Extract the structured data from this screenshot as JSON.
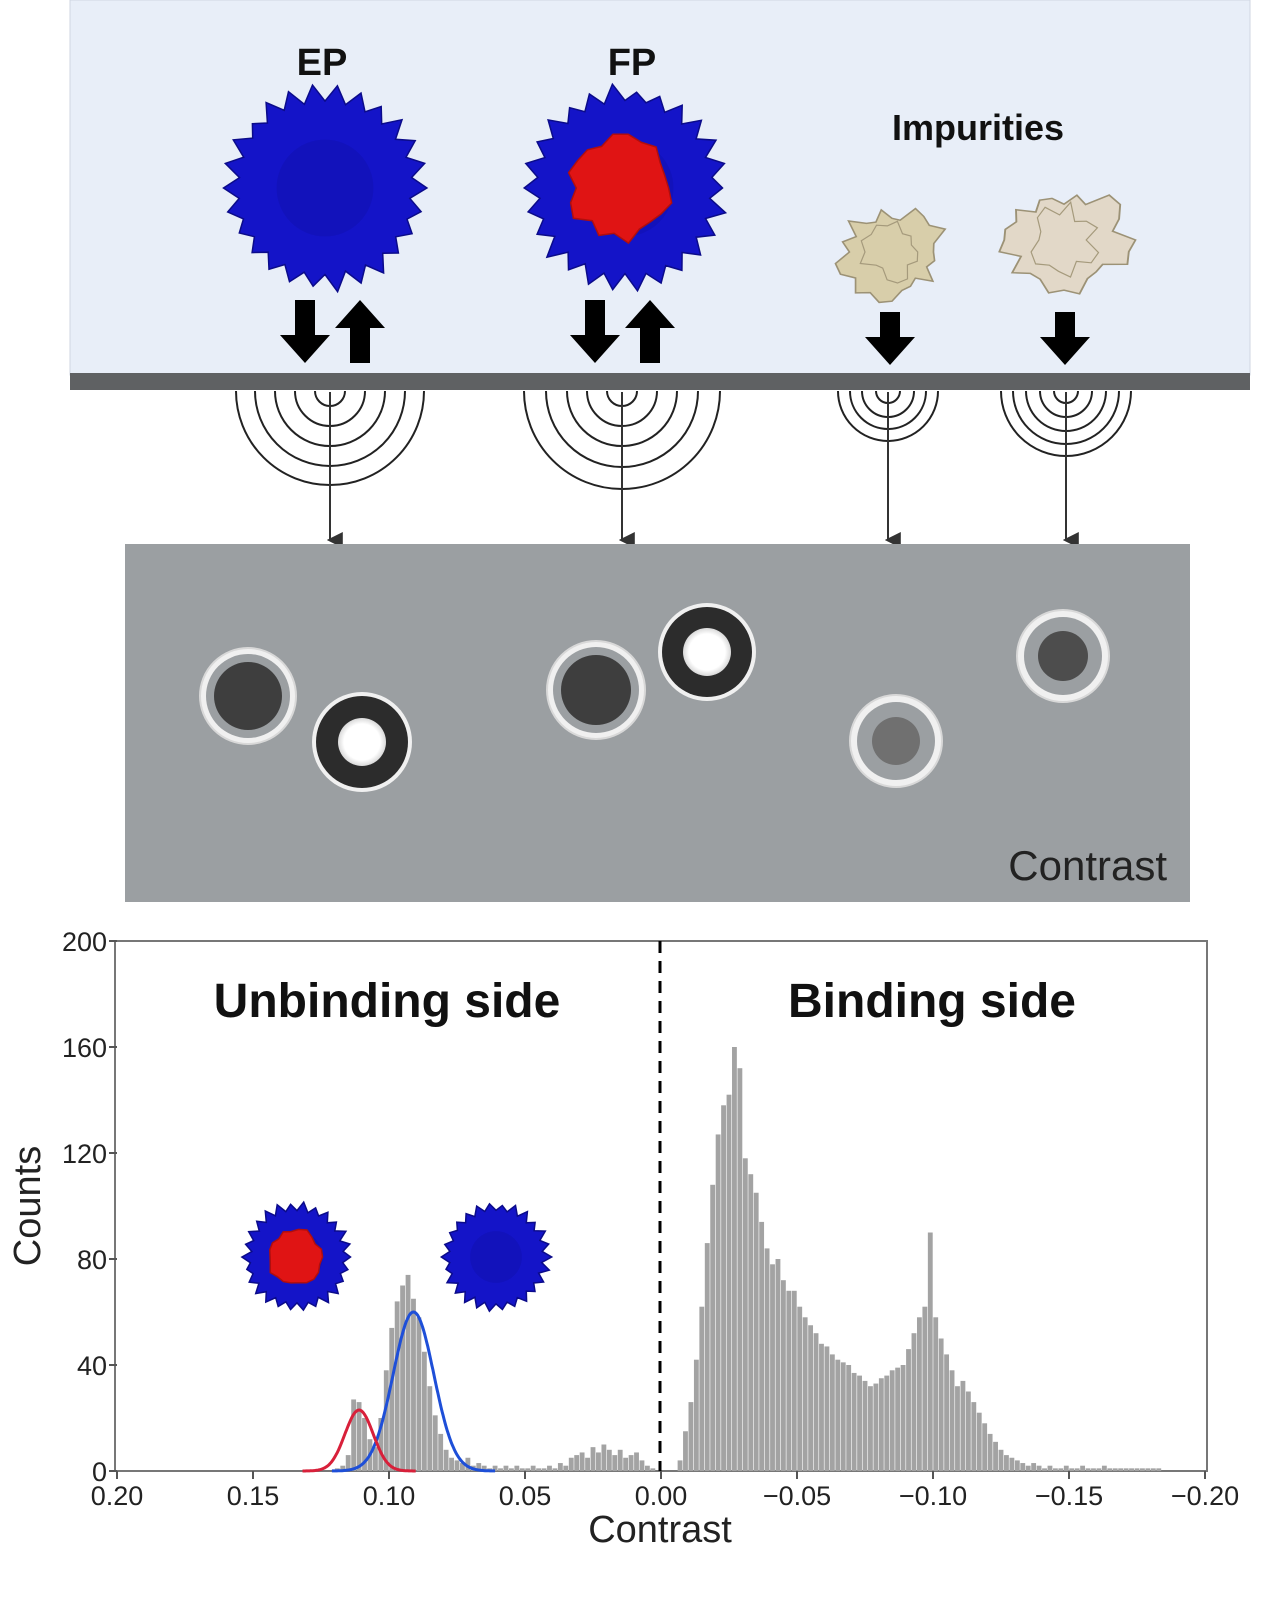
{
  "labels": {
    "ep": "EP",
    "fp": "FP",
    "impurities": "Impurities",
    "contrast_panel": "Contrast",
    "unbinding_side": "Unbinding side",
    "binding_side": "Binding side"
  },
  "colors": {
    "solution_bg": "#e8eef8",
    "surface": "#5f6163",
    "panel_gray": "#9b9fa2",
    "ep_blue": "#1414c8",
    "fp_red": "#e01414",
    "impurity_tan": "#d8ceaa",
    "histogram_bar": "#a3a3a3",
    "fit_blue": "#1e4fd8",
    "fit_red": "#d8203a"
  },
  "icons": {
    "ep_particle": "ep-particle-icon",
    "fp_particle": "fp-particle-icon",
    "impurity_1": "impurity-protein-icon",
    "impurity_2": "impurity-protein-icon"
  },
  "chart_data": {
    "type": "bar",
    "xlabel": "Contrast",
    "ylabel": "Counts",
    "xlim": [
      0.2,
      -0.2
    ],
    "ylim": [
      0,
      200
    ],
    "x_reversed": true,
    "x_ticks": [
      0.2,
      0.15,
      0.1,
      0.05,
      0.0,
      -0.05,
      -0.1,
      -0.15,
      -0.2
    ],
    "x_tick_labels": [
      "0.20",
      "0.15",
      "0.10",
      "0.05",
      "0.00",
      "−0.05",
      "−0.10",
      "−0.15",
      "−0.20"
    ],
    "y_ticks": [
      0,
      40,
      80,
      120,
      160,
      200
    ],
    "y_tick_labels": [
      "0",
      "40",
      "80",
      "120",
      "160",
      "200"
    ],
    "divider_x": 0.0,
    "grid": false,
    "annotations": [
      "Unbinding side",
      "Binding side"
    ],
    "bin_width": 0.002,
    "bins": [
      [
        0.119,
        1
      ],
      [
        0.117,
        2
      ],
      [
        0.115,
        6
      ],
      [
        0.113,
        27
      ],
      [
        0.111,
        26
      ],
      [
        0.109,
        20
      ],
      [
        0.107,
        12
      ],
      [
        0.105,
        9
      ],
      [
        0.103,
        20
      ],
      [
        0.101,
        38
      ],
      [
        0.099,
        54
      ],
      [
        0.097,
        64
      ],
      [
        0.095,
        70
      ],
      [
        0.093,
        74
      ],
      [
        0.091,
        65
      ],
      [
        0.089,
        58
      ],
      [
        0.087,
        45
      ],
      [
        0.085,
        32
      ],
      [
        0.083,
        21
      ],
      [
        0.081,
        14
      ],
      [
        0.079,
        8
      ],
      [
        0.077,
        5
      ],
      [
        0.075,
        4
      ],
      [
        0.073,
        3
      ],
      [
        0.071,
        5
      ],
      [
        0.069,
        2
      ],
      [
        0.067,
        3
      ],
      [
        0.065,
        2
      ],
      [
        0.063,
        1
      ],
      [
        0.061,
        2
      ],
      [
        0.059,
        1
      ],
      [
        0.057,
        2
      ],
      [
        0.055,
        1
      ],
      [
        0.053,
        2
      ],
      [
        0.051,
        1
      ],
      [
        0.049,
        1
      ],
      [
        0.047,
        2
      ],
      [
        0.045,
        1
      ],
      [
        0.043,
        1
      ],
      [
        0.041,
        2
      ],
      [
        0.039,
        1
      ],
      [
        0.037,
        3
      ],
      [
        0.035,
        2
      ],
      [
        0.033,
        5
      ],
      [
        0.031,
        6
      ],
      [
        0.029,
        7
      ],
      [
        0.027,
        5
      ],
      [
        0.025,
        9
      ],
      [
        0.023,
        7
      ],
      [
        0.021,
        10
      ],
      [
        0.019,
        8
      ],
      [
        0.017,
        6
      ],
      [
        0.015,
        8
      ],
      [
        0.013,
        5
      ],
      [
        0.011,
        6
      ],
      [
        0.009,
        7
      ],
      [
        0.007,
        4
      ],
      [
        0.005,
        2
      ],
      [
        0.003,
        1
      ],
      [
        -0.007,
        4
      ],
      [
        -0.009,
        15
      ],
      [
        -0.011,
        26
      ],
      [
        -0.013,
        42
      ],
      [
        -0.015,
        62
      ],
      [
        -0.017,
        86
      ],
      [
        -0.019,
        108
      ],
      [
        -0.021,
        127
      ],
      [
        -0.023,
        138
      ],
      [
        -0.025,
        142
      ],
      [
        -0.027,
        160
      ],
      [
        -0.029,
        152
      ],
      [
        -0.031,
        118
      ],
      [
        -0.033,
        112
      ],
      [
        -0.035,
        105
      ],
      [
        -0.037,
        94
      ],
      [
        -0.039,
        84
      ],
      [
        -0.041,
        78
      ],
      [
        -0.043,
        80
      ],
      [
        -0.045,
        72
      ],
      [
        -0.047,
        68
      ],
      [
        -0.049,
        68
      ],
      [
        -0.051,
        62
      ],
      [
        -0.053,
        58
      ],
      [
        -0.055,
        55
      ],
      [
        -0.057,
        52
      ],
      [
        -0.059,
        48
      ],
      [
        -0.061,
        47
      ],
      [
        -0.063,
        44
      ],
      [
        -0.065,
        42
      ],
      [
        -0.067,
        41
      ],
      [
        -0.069,
        40
      ],
      [
        -0.071,
        37
      ],
      [
        -0.073,
        36
      ],
      [
        -0.075,
        34
      ],
      [
        -0.077,
        32
      ],
      [
        -0.079,
        33
      ],
      [
        -0.081,
        35
      ],
      [
        -0.083,
        36
      ],
      [
        -0.085,
        38
      ],
      [
        -0.087,
        39
      ],
      [
        -0.089,
        40
      ],
      [
        -0.091,
        46
      ],
      [
        -0.093,
        52
      ],
      [
        -0.095,
        58
      ],
      [
        -0.097,
        62
      ],
      [
        -0.099,
        90
      ],
      [
        -0.101,
        58
      ],
      [
        -0.103,
        50
      ],
      [
        -0.105,
        44
      ],
      [
        -0.107,
        38
      ],
      [
        -0.109,
        32
      ],
      [
        -0.111,
        34
      ],
      [
        -0.113,
        30
      ],
      [
        -0.115,
        26
      ],
      [
        -0.117,
        22
      ],
      [
        -0.119,
        18
      ],
      [
        -0.121,
        14
      ],
      [
        -0.123,
        11
      ],
      [
        -0.125,
        8
      ],
      [
        -0.127,
        6
      ],
      [
        -0.129,
        5
      ],
      [
        -0.131,
        4
      ],
      [
        -0.133,
        3
      ],
      [
        -0.135,
        2
      ],
      [
        -0.137,
        3
      ],
      [
        -0.139,
        2
      ],
      [
        -0.141,
        1
      ],
      [
        -0.143,
        2
      ],
      [
        -0.145,
        1
      ],
      [
        -0.147,
        1
      ],
      [
        -0.149,
        2
      ],
      [
        -0.151,
        1
      ],
      [
        -0.153,
        1
      ],
      [
        -0.155,
        2
      ],
      [
        -0.157,
        1
      ],
      [
        -0.159,
        1
      ],
      [
        -0.161,
        1
      ],
      [
        -0.163,
        2
      ],
      [
        -0.165,
        1
      ],
      [
        -0.167,
        1
      ],
      [
        -0.169,
        1
      ],
      [
        -0.171,
        1
      ],
      [
        -0.173,
        1
      ],
      [
        -0.175,
        1
      ],
      [
        -0.177,
        1
      ],
      [
        -0.179,
        1
      ],
      [
        -0.181,
        1
      ],
      [
        -0.183,
        1
      ]
    ],
    "fits": [
      {
        "name": "EP",
        "color": "#1e4fd8",
        "mean": 0.091,
        "sigma": 0.0075,
        "amplitude": 60
      },
      {
        "name": "FP",
        "color": "#d8203a",
        "mean": 0.111,
        "sigma": 0.0052,
        "amplitude": 23
      }
    ]
  }
}
